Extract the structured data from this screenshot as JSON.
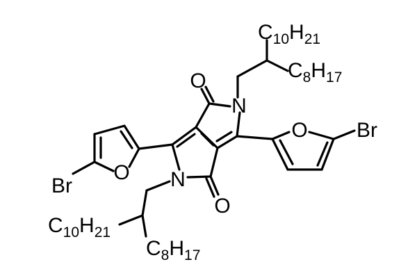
{
  "molecule": {
    "atoms": {
      "oxygen_carbonyl_top": "O",
      "oxygen_carbonyl_bottom": "O",
      "nitrogen_top": "N",
      "nitrogen_bottom": "N",
      "oxygen_furan_right": "O",
      "oxygen_furan_left": "O",
      "bromine_right": "Br",
      "bromine_left": "Br"
    },
    "chains": {
      "top_decyl": {
        "element": "C",
        "count": "10",
        "h": "H",
        "h_count": "21"
      },
      "top_octyl": {
        "element": "C",
        "count": "8",
        "h": "H",
        "h_count": "17"
      },
      "bottom_decyl": {
        "element": "C",
        "count": "10",
        "h": "H",
        "h_count": "21"
      },
      "bottom_octyl": {
        "element": "C",
        "count": "8",
        "h": "H",
        "h_count": "17"
      }
    },
    "colors": {
      "line": "#000000",
      "background": "#ffffff"
    }
  }
}
